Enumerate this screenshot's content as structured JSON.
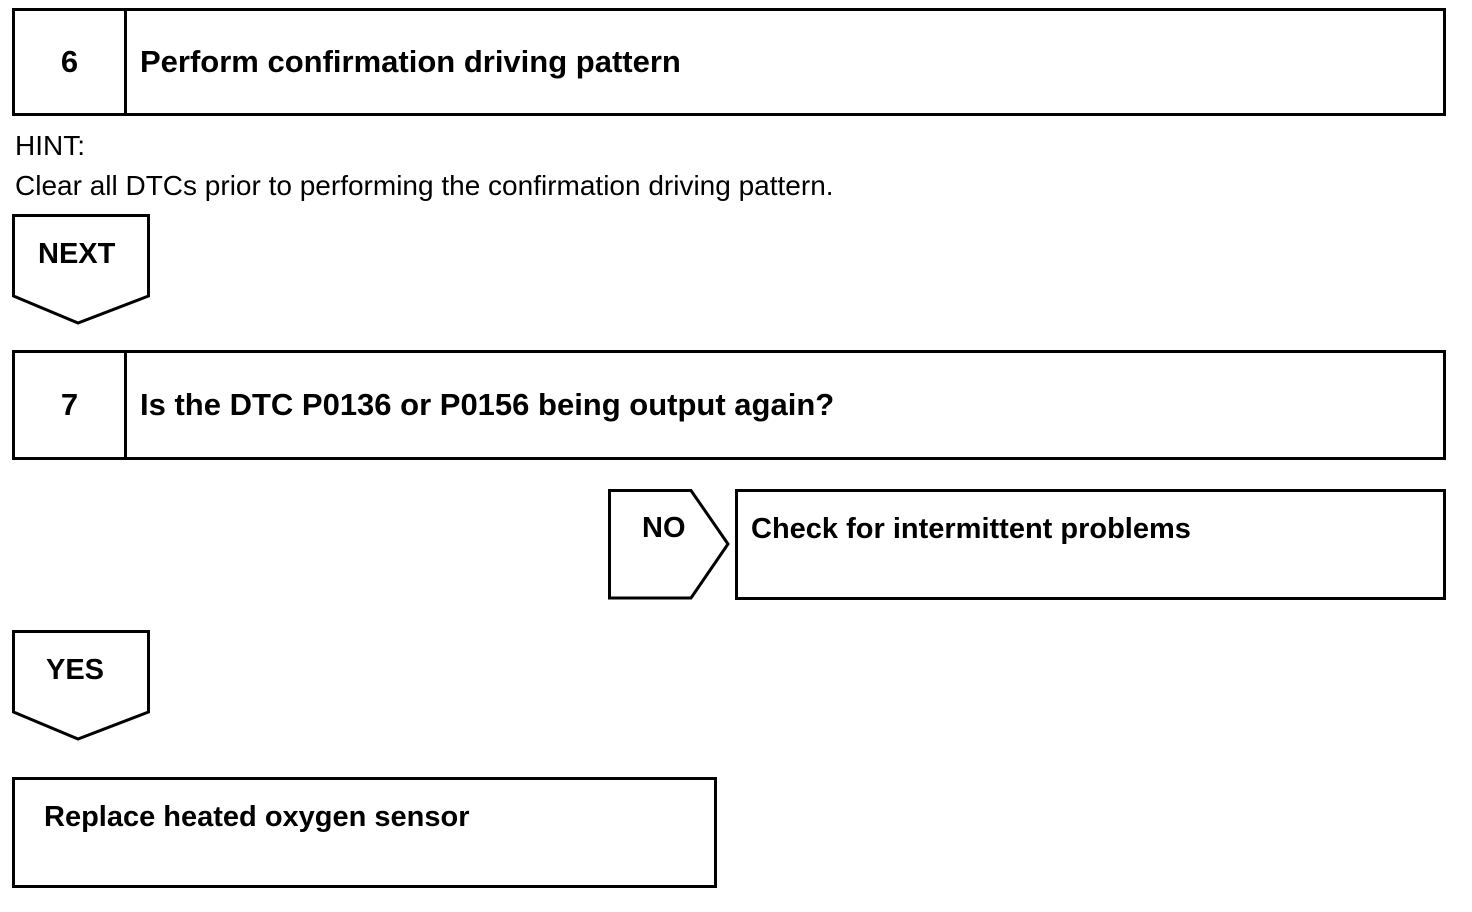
{
  "step6": {
    "number": "6",
    "title": "Perform confirmation driving pattern"
  },
  "hint": {
    "label": "HINT:",
    "text": "Clear all DTCs prior to performing the confirmation driving pattern."
  },
  "next_arrow": {
    "label": "NEXT"
  },
  "step7": {
    "number": "7",
    "title": "Is the DTC P0136 or P0156 being output again?"
  },
  "no_branch": {
    "label": "NO",
    "result": "Check for intermittent problems"
  },
  "yes_branch": {
    "label": "YES",
    "result": "Replace heated oxygen sensor"
  }
}
